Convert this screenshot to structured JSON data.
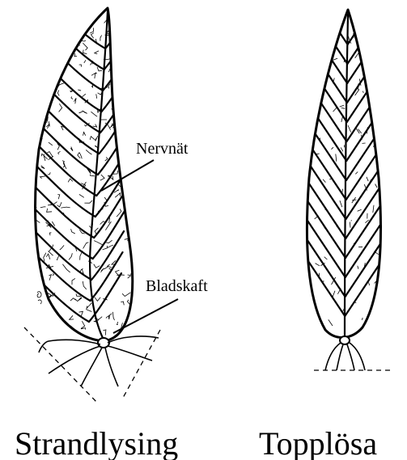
{
  "figure": {
    "left_leaf": {
      "caption": "Strandlysing",
      "callouts": {
        "net_veins": "Nervnät",
        "petiole": "Bladskaft"
      }
    },
    "right_leaf": {
      "caption": "Topplösa"
    },
    "colors": {
      "ink": "#000000",
      "paper": "#ffffff"
    }
  }
}
